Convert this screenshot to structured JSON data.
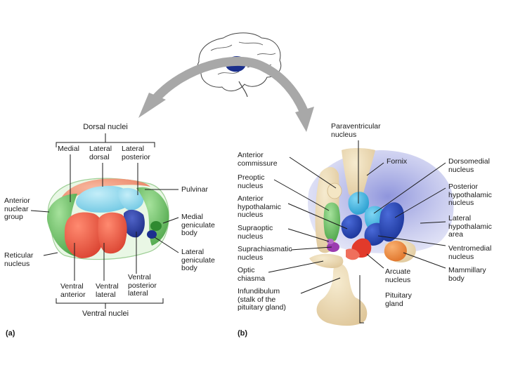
{
  "panel_a": {
    "tag": "(a)",
    "dorsal_heading": "Dorsal nuclei",
    "ventral_heading": "Ventral nuclei",
    "labels": {
      "medial": "Medial",
      "lateral_dorsal": "Lateral\ndorsal",
      "lateral_posterior": "Lateral\nposterior",
      "pulvinar": "Pulvinar",
      "medial_geniculate": "Medial\ngeniculate\nbody",
      "lateral_geniculate": "Lateral\ngeniculate\nbody",
      "anterior_nuclear_group": "Anterior\nnuclear\ngroup",
      "reticular_nucleus": "Reticular\nnucleus",
      "ventral_anterior": "Ventral\nanterior",
      "ventral_lateral": "Ventral\nlateral",
      "ventral_posterior_lateral": "Ventral\nposterior\nlateral"
    }
  },
  "panel_b": {
    "tag": "(b)",
    "labels": {
      "paraventricular": "Paraventricular\nnucleus",
      "anterior_commissure": "Anterior\ncommissure",
      "preoptic": "Preoptic\nnucleus",
      "anterior_hypothalamic": "Anterior\nhypothalamic\nnucleus",
      "supraoptic": "Supraoptic\nnucleus",
      "suprachiasmatic": "Suprachiasmatic\nnucleus",
      "optic_chiasma": "Optic\nchiasma",
      "infundibulum": "Infundibulum\n(stalk of the\npituitary gland)",
      "fornix": "Fornix",
      "dorsomedial": "Dorsomedial\nnucleus",
      "posterior_hypothalamic": "Posterior\nhypothalamic\nnucleus",
      "lateral_hypothalamic": "Lateral\nhypothalamic\narea",
      "ventromedial": "Ventromedial\nnucleus",
      "mammillary": "Mammillary\nbody",
      "arcuate": "Arcuate\nnucleus",
      "pituitary": "Pituitary\ngland"
    }
  },
  "colors": {
    "arrow": "#a8a8a8",
    "brain_highlight": "#1a2f8c",
    "thalamus_salmon": "#ef8a6a",
    "thalamus_green": "#4fb04a",
    "thalamus_cyan": "#7fd3ea",
    "thalamus_navy": "#1c2f8f",
    "ventral_red": "#e8523f",
    "hypo_lavender": "#b9bde8",
    "hypo_blue": "#1f3fb0",
    "hypo_cyan": "#28a6d8",
    "hypo_tan": "#e9d6ad",
    "hypo_orange": "#ee7d2e",
    "hypo_red": "#e23a2b",
    "hypo_purple": "#9b3bb0"
  }
}
